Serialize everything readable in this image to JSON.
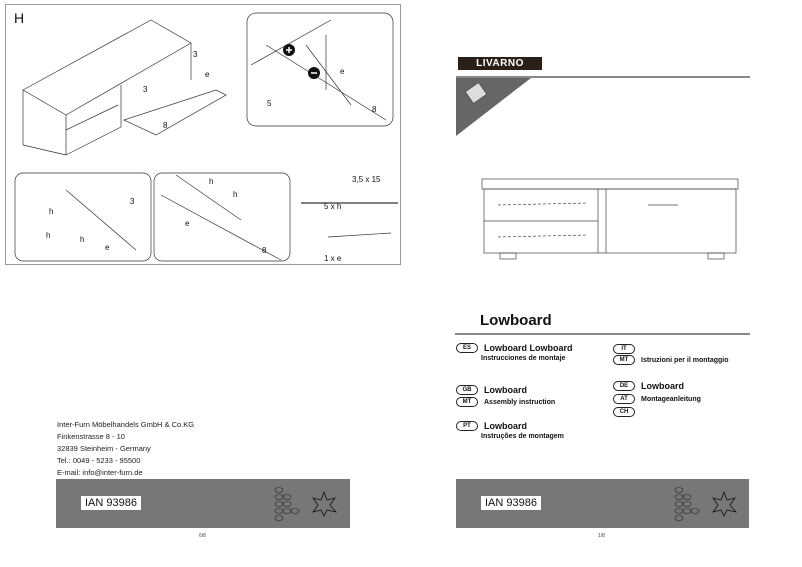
{
  "left_page": {
    "step_label": "H",
    "part_labels": {
      "p3": "3",
      "p5": "5",
      "p8": "8",
      "e": "e",
      "h": "h"
    },
    "parts_box": {
      "screw_size": "3,5 x 15",
      "screw_qty": "5 x h",
      "hinge_qty": "1 x e"
    },
    "address": [
      "Inter-Furn Möbelhandels GmbH & Co.KG",
      "Finkenstrasse 8 - 10",
      "32839 Steinheim - Germany",
      "Tel.: 0049 - 5233 - 95500",
      "E-mail: info@inter-furn.de"
    ],
    "ian": "IAN 93986",
    "page_number": "6/8"
  },
  "right_page": {
    "brand": "LIVARNO",
    "title": "Lowboard",
    "languages": [
      {
        "codes": [
          "ES"
        ],
        "title": "Lowboard Lowboard",
        "subtitle": "Instrucciones de montaje"
      },
      {
        "codes": [
          "GB",
          "MT"
        ],
        "title": "Lowboard",
        "subtitle": "Assembly instruction"
      },
      {
        "codes": [
          "PT"
        ],
        "title": "Lowboard",
        "subtitle": "Instruções de montagem"
      },
      {
        "codes": [
          "IT",
          "MT"
        ],
        "title": "",
        "subtitle": "Istruzioni per il montaggio"
      },
      {
        "codes": [
          "DE",
          "AT",
          "CH"
        ],
        "title": "Lowboard",
        "subtitle": "Montageanleitung"
      }
    ],
    "ian": "IAN 93986",
    "page_number": "1/8"
  },
  "colors": {
    "band": "#777777",
    "brand_bg": "#2a2018",
    "brand_accent": "#c8b400"
  }
}
